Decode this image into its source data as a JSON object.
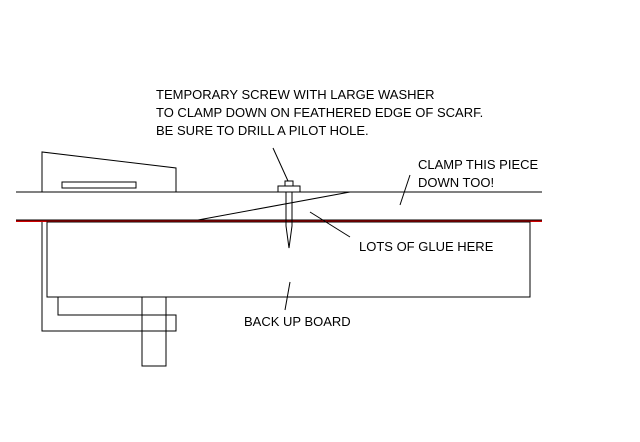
{
  "annotations": {
    "screw_note": [
      "TEMPORARY SCREW WITH LARGE WASHER",
      "TO CLAMP DOWN ON FEATHERED EDGE OF SCARF.",
      "BE SURE TO DRILL A PILOT HOLE."
    ],
    "clamp_note": [
      "CLAMP THIS PIECE",
      "DOWN TOO!"
    ],
    "glue_note": "LOTS OF GLUE HERE",
    "backup_note": "BACK UP BOARD"
  },
  "colors": {
    "line": "#000000",
    "glue_line": "#cc0000",
    "background": "#ffffff"
  }
}
